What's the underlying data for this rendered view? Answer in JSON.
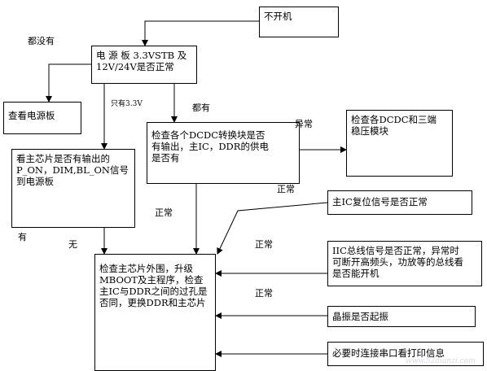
{
  "boxes": {
    "no_boot": "不开机",
    "power_board": [
      "电 源 板 3.3VSTB 及",
      "12V/24V是否正常"
    ],
    "check_power_board": "查看电源板",
    "dcdc_check": [
      "检查各个DCDC转换块是否",
      "有输出，主IC，DDR的供电",
      "是否有"
    ],
    "check_dcdc_regulator": [
      "检查各DCDC和三端",
      "稳压模块"
    ],
    "main_chip_output": [
      "看主芯片是否有输出的",
      "P_ON，DIM,BL_ON信号",
      "到电源板"
    ],
    "main_ic_reset": "主IC复位信号是否正常",
    "iic_bus": [
      "IIC总线信号是否正常，异常时",
      "可断开高频头，功放等的总线看",
      "是否能开机"
    ],
    "final_check": [
      "检查主芯片外围，升级",
      "MBOOT及主程序，检查",
      "主IC与DDR之间的过孔是",
      "否同，更换DDR和主芯片"
    ],
    "crystal": "晶振是否起振",
    "serial_port": "必要时连接串口看打印信息"
  },
  "labels": {
    "none": "都没有",
    "only_33v": "只有3.3V",
    "all_present": "都有",
    "abnormal": "异常",
    "normal_1": "正常",
    "normal_2": "正常",
    "normal_3": "正常",
    "normal_4": "正常",
    "yes": "有",
    "no": "无"
  },
  "watermark": "www.52dianzi.com"
}
